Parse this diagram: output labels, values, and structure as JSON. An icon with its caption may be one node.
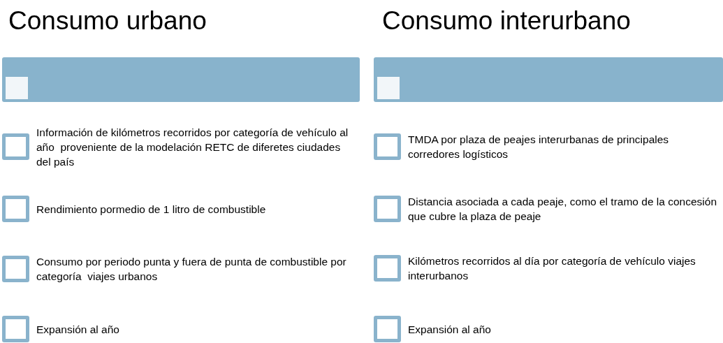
{
  "diagram": {
    "nodes": [
      {
        "text": [],
        "shape": "bar"
      },
      {
        "text": [
          "Información de kilómetros recorridos por categoría de vehículo al año  proveniente de la modelación RETC de diferetes ciudades del país"
        ]
      },
      {
        "text": [
          "Rendimiento pormedio de 1 litro de combustible"
        ]
      },
      {
        "text": [
          "Consumo por periodo punta y fuera de punta de combustible por categoría  viajes urbanos"
        ]
      },
      {
        "text": [
          "Expansión al año"
        ]
      },
      {
        "text": [],
        "shape": "bar"
      },
      {
        "text": [
          "TMDA por plaza de peajes interurbanas de principales corredores logísticos"
        ]
      },
      {
        "text": [
          "Distancia asociada a cada peaje, como el tramo de la concesión que cubre la plaza de peaje"
        ]
      },
      {
        "text": [
          "Kilómetros recorridos al día por categoría de vehículo viajes interurbanos"
        ]
      },
      {
        "text": [
          "Expansión al año"
        ]
      }
    ],
    "labels": [
      "Consumo urbano",
      "Consumo interurbano"
    ]
  }
}
